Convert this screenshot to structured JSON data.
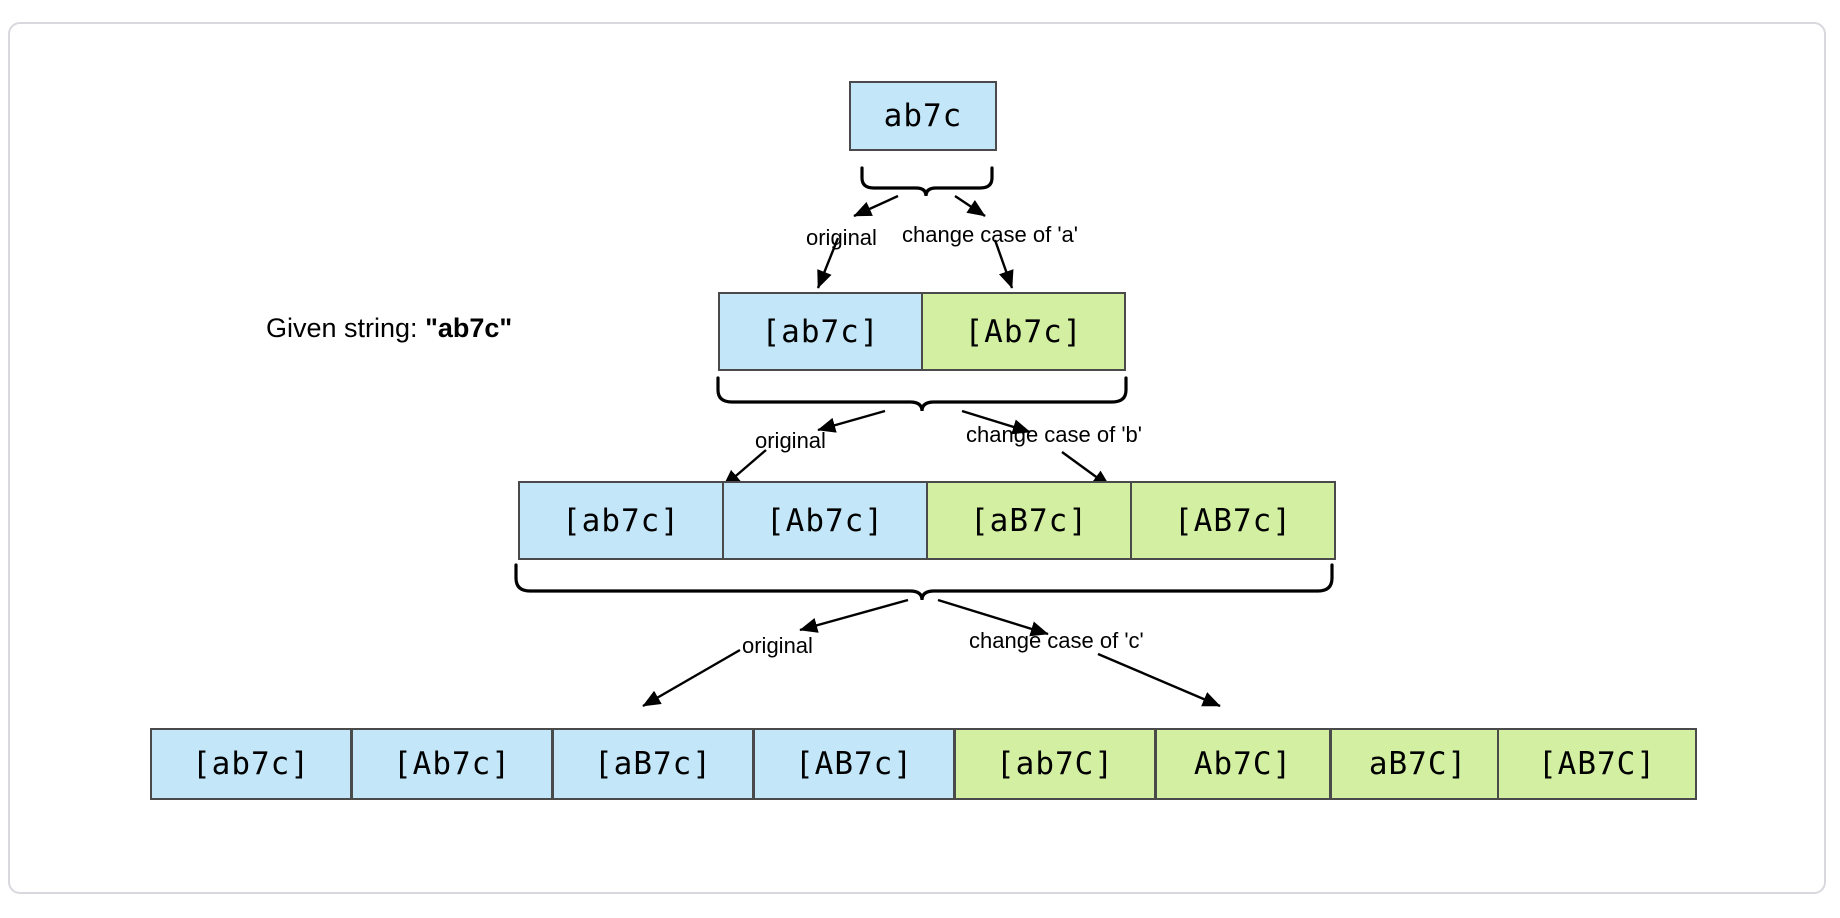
{
  "diagram": {
    "title_text": "Given string: ",
    "given_string_quoted": "\"ab7c\"",
    "colors": {
      "blue": "#c3e7f9",
      "green": "#d3f0a2",
      "border": "#4a4a4a",
      "frame_border": "#d8d8de",
      "text": "#000000"
    },
    "levels": [
      {
        "index": 0,
        "name": "root",
        "nodes": [
          {
            "label": "ab7c",
            "color": "blue"
          }
        ]
      },
      {
        "index": 1,
        "name": "after-a",
        "nodes": [
          {
            "label": "[ab7c]",
            "color": "blue"
          },
          {
            "label": "[Ab7c]",
            "color": "green"
          }
        ]
      },
      {
        "index": 2,
        "name": "after-b",
        "nodes": [
          {
            "label": "[ab7c]",
            "color": "blue"
          },
          {
            "label": "[Ab7c]",
            "color": "blue"
          },
          {
            "label": "[aB7c]",
            "color": "green"
          },
          {
            "label": "[AB7c]",
            "color": "green"
          }
        ]
      },
      {
        "index": 3,
        "name": "after-c",
        "nodes": [
          {
            "label": "[ab7c]",
            "color": "blue"
          },
          {
            "label": "[Ab7c]",
            "color": "blue"
          },
          {
            "label": "[aB7c]",
            "color": "blue"
          },
          {
            "label": "[AB7c]",
            "color": "blue"
          },
          {
            "label": "[ab7C]",
            "color": "green"
          },
          {
            "label": "Ab7C]",
            "color": "green"
          },
          {
            "label": "aB7C]",
            "color": "green"
          },
          {
            "label": "[AB7C]",
            "color": "green"
          }
        ]
      }
    ],
    "edge_labels": [
      {
        "id": "l1-left",
        "text": "original"
      },
      {
        "id": "l1-right",
        "text": "change case of 'a'"
      },
      {
        "id": "l2-left",
        "text": "original"
      },
      {
        "id": "l2-right",
        "text": "change case of 'b'"
      },
      {
        "id": "l3-left",
        "text": "original"
      },
      {
        "id": "l3-right",
        "text": "change case of 'c'"
      }
    ]
  }
}
